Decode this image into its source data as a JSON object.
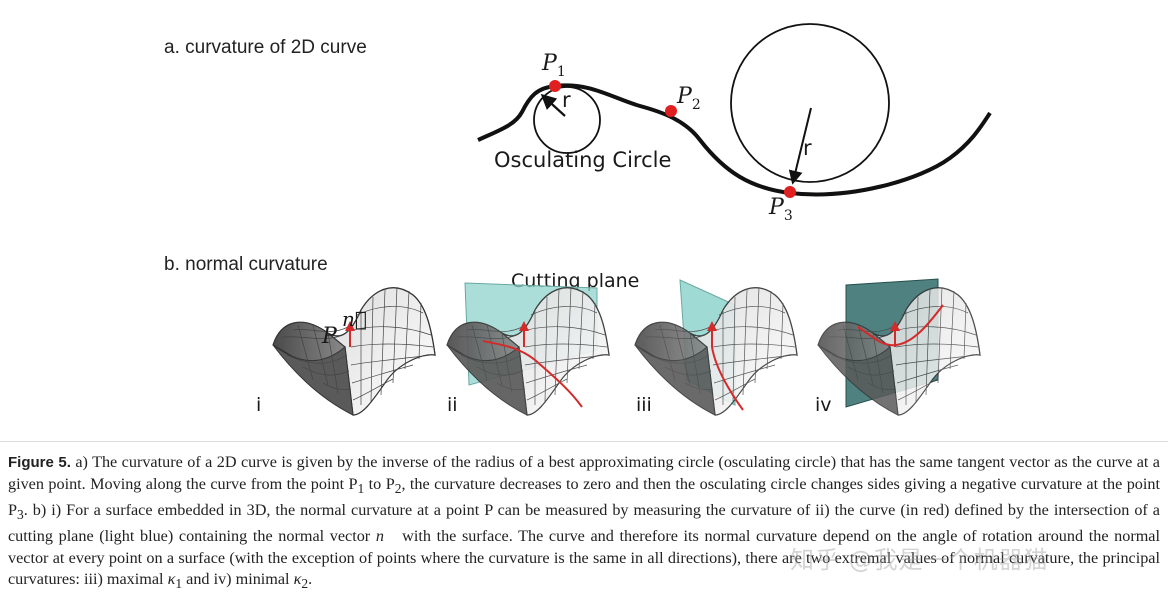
{
  "panel_a": {
    "title": "a. curvature of 2D curve",
    "point1": "P",
    "point1_sub": "1",
    "point2": "P",
    "point2_sub": "2",
    "point3": "P",
    "point3_sub": "3",
    "radius_small": "r",
    "radius_large": "r",
    "circle_label": "Osculating Circle"
  },
  "panel_b": {
    "title": "b. normal curvature",
    "plane_label": "Cutting plane",
    "point_label": "P",
    "vector_label": "n⃗",
    "sub_labels": [
      "i",
      "ii",
      "iii",
      "iv"
    ]
  },
  "caption": {
    "label": "Figure 5.",
    "text_1": " a) The curvature of a 2D curve is given by the inverse of the radius of a best approximating circle (osculating circle) that has the same tangent vector as the curve at a given point. Moving along the curve from the point P",
    "sub_1": "1",
    "text_2": " to P",
    "sub_2": "2",
    "text_3": ", the curvature decreases to zero and then the osculating circle changes sides giving a negative curvature at the point P",
    "sub_3": "3",
    "text_4": ". b) i) For a surface embedded in 3D, the normal curvature at a point P can be measured by measuring the curvature of ii) the curve (in red) defined by the intersection of a cutting plane (light blue) containing the normal vector ",
    "vec": "n⃗",
    "text_5": " with the surface. The curve and therefore its normal curvature depend on the angle of rotation around the normal vector at every point on a surface (with the exception of points where the curvature is the same in all directions), there are two extremal values of normal curvature, the principal curvatures: iii) maximal ",
    "kappa1": "κ",
    "kappa1_sub": "1",
    "text_6": " and iv) minimal ",
    "kappa2": "κ",
    "kappa2_sub": "2",
    "text_7": "."
  },
  "watermark": "知乎 @我是一个机器猫",
  "colors": {
    "point_red": "#e02020",
    "curve": "#111111",
    "plane_light": "#8fd3cc",
    "plane_dark": "#2f6b6a",
    "intersection": "#d42a2a"
  }
}
